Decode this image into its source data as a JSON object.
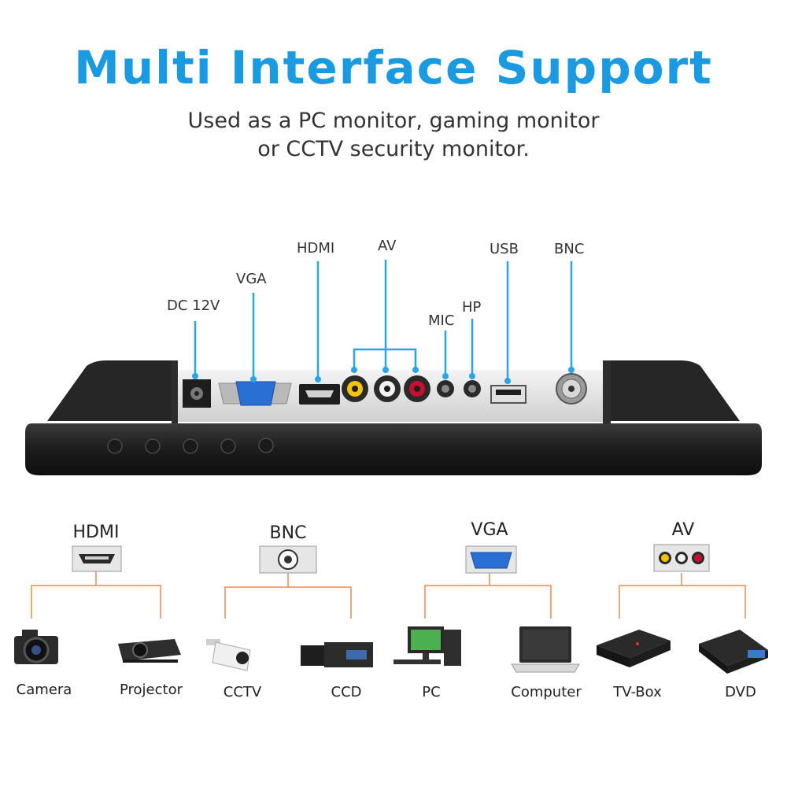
{
  "header": {
    "title": "Multi Interface Support",
    "subtitle_line1": "Used as a PC monitor, gaming monitor",
    "subtitle_line2": "or CCTV security monitor."
  },
  "ports": {
    "dc": "DC 12V",
    "vga": "VGA",
    "hdmi": "HDMI",
    "av": "AV",
    "mic": "MIC",
    "hp": "HP",
    "usb": "USB",
    "bnc": "BNC"
  },
  "groups": [
    {
      "title": "HDMI",
      "devices": [
        "Camera",
        "Projector"
      ]
    },
    {
      "title": "BNC",
      "devices": [
        "CCTV",
        "CCD"
      ]
    },
    {
      "title": "VGA",
      "devices": [
        "PC",
        "Computer"
      ]
    },
    {
      "title": "AV",
      "devices": [
        "TV-Box",
        "DVD"
      ]
    }
  ],
  "colors": {
    "title": "#1a9ae0",
    "pointer_line": "#29a4e6",
    "tree_line": "#f08a4b",
    "monitor_body": "#1c1c1c",
    "panel": "#e9e9e9"
  }
}
